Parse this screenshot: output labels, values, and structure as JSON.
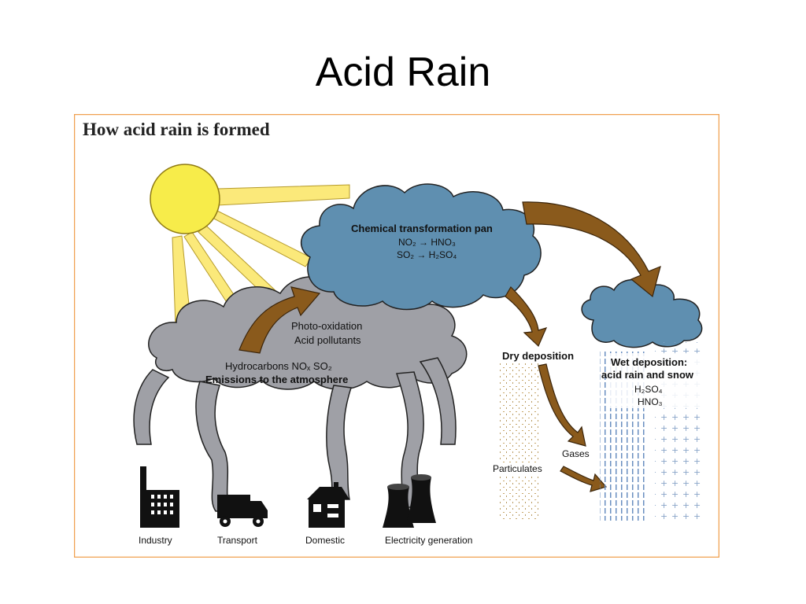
{
  "slide": {
    "title": "Acid Rain"
  },
  "figure": {
    "title": "How acid rain is formed",
    "chemical_cloud": {
      "title": "Chemical transformation pan",
      "reaction1": "NO₂ → HNO₃",
      "reaction2": "SO₂ → H₂SO₄"
    },
    "emission_cloud": {
      "photo": "Photo-oxidation",
      "acid": "Acid pollutants",
      "gases": "Hydrocarbons NOₓ SO₂",
      "emissions": "Emissions to the atmosphere"
    },
    "dry_deposition": {
      "title": "Dry deposition",
      "gases": "Gases",
      "particulates": "Particulates"
    },
    "wet_deposition": {
      "line1": "Wet deposition:",
      "line2": "acid rain and snow",
      "acid1": "H₂SO₄",
      "acid2": "HNO₃"
    },
    "sources": {
      "industry": "Industry",
      "transport": "Transport",
      "domestic": "Domestic",
      "electricity": "Electricity generation"
    },
    "colors": {
      "sun": "#f7ec4a",
      "sun_ray": "#fbe97a",
      "chemical_cloud": "#5f8fb0",
      "emission_cloud": "#9fa0a6",
      "arrow": "#8a5a1c",
      "border": "#f0a050"
    }
  }
}
